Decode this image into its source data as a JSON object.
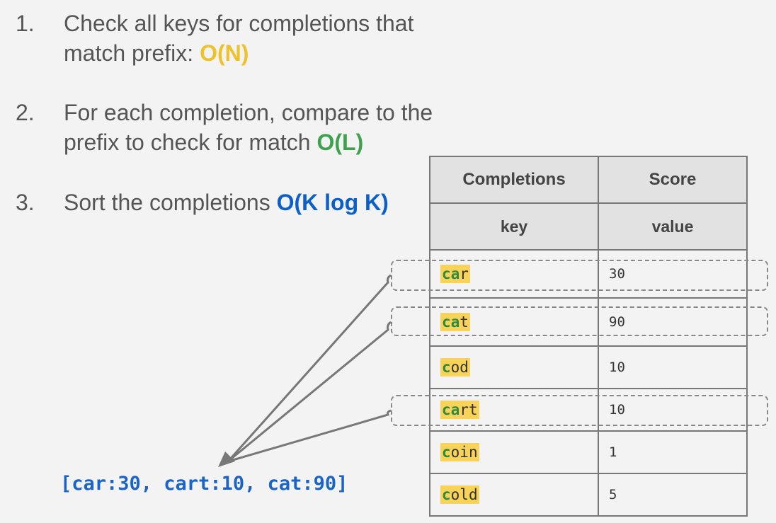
{
  "steps": [
    {
      "num": "1.",
      "line1": "Check all keys for completions that",
      "line2_pre": "match prefix: ",
      "complexity": "O(N)"
    },
    {
      "num": "2.",
      "line1": "For each completion, compare to the",
      "line2_pre": "prefix to check for match ",
      "complexity": "O(L)"
    },
    {
      "num": "3.",
      "line1_pre": "Sort the completions ",
      "complexity": "O(K log K)"
    }
  ],
  "table": {
    "header": {
      "col1": "Completions",
      "col2": "Score"
    },
    "subheader": {
      "col1": "key",
      "col2": "value"
    },
    "rows": [
      {
        "pre": "ca",
        "rest": "r",
        "value": "30"
      },
      {
        "pre": "ca",
        "rest": "t",
        "value": "90"
      },
      {
        "pre": "c",
        "rest": "od",
        "value": "10"
      },
      {
        "pre": "ca",
        "rest": "rt",
        "value": "10"
      },
      {
        "pre": "c",
        "rest": "oin",
        "value": "1"
      },
      {
        "pre": "c",
        "rest": "old",
        "value": "5"
      }
    ]
  },
  "result": "[car:30, cart:10, cat:90]",
  "colors": {
    "n": "#efc12b",
    "l": "#3fa14d",
    "k": "#0b5fc8",
    "key_highlight": "#f8d35a"
  }
}
